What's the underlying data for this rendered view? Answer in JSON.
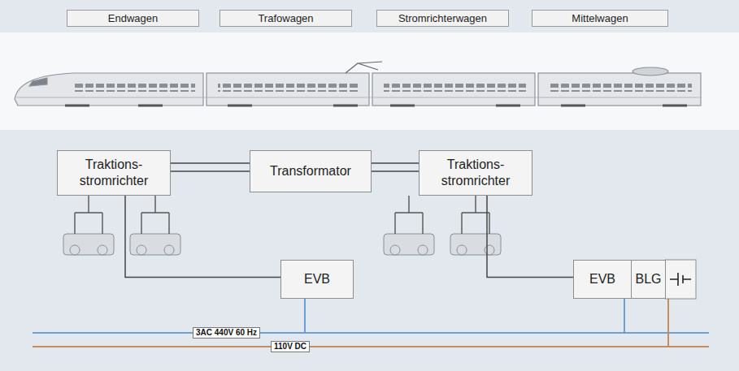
{
  "diagram": {
    "nodes": [
      {
        "text": [
          "Endwagen"
        ]
      },
      {
        "text": [
          "Trafowagen"
        ]
      },
      {
        "text": [
          "Stromrichterwagen"
        ]
      },
      {
        "text": [
          "Mittelwagen"
        ]
      },
      {
        "text": [
          "Traktions- stromrichter"
        ]
      },
      {
        "text": [
          "Transformator"
        ]
      },
      {
        "text": [
          "Traktions- stromrichter"
        ]
      },
      {
        "text": [
          "EVB"
        ]
      },
      {
        "text": [
          "EVB"
        ]
      },
      {
        "text": [
          "BLG"
        ]
      }
    ],
    "edges": [
      {
        "from": 4,
        "to": 5,
        "arrow": "none"
      },
      {
        "from": 5,
        "to": 6,
        "arrow": "none"
      },
      {
        "from": 4,
        "to": 7,
        "arrow": "none"
      },
      {
        "from": 6,
        "to": 8,
        "arrow": "none"
      }
    ],
    "labels": [
      "3AC 440V 60 Hz",
      "110V DC"
    ]
  }
}
